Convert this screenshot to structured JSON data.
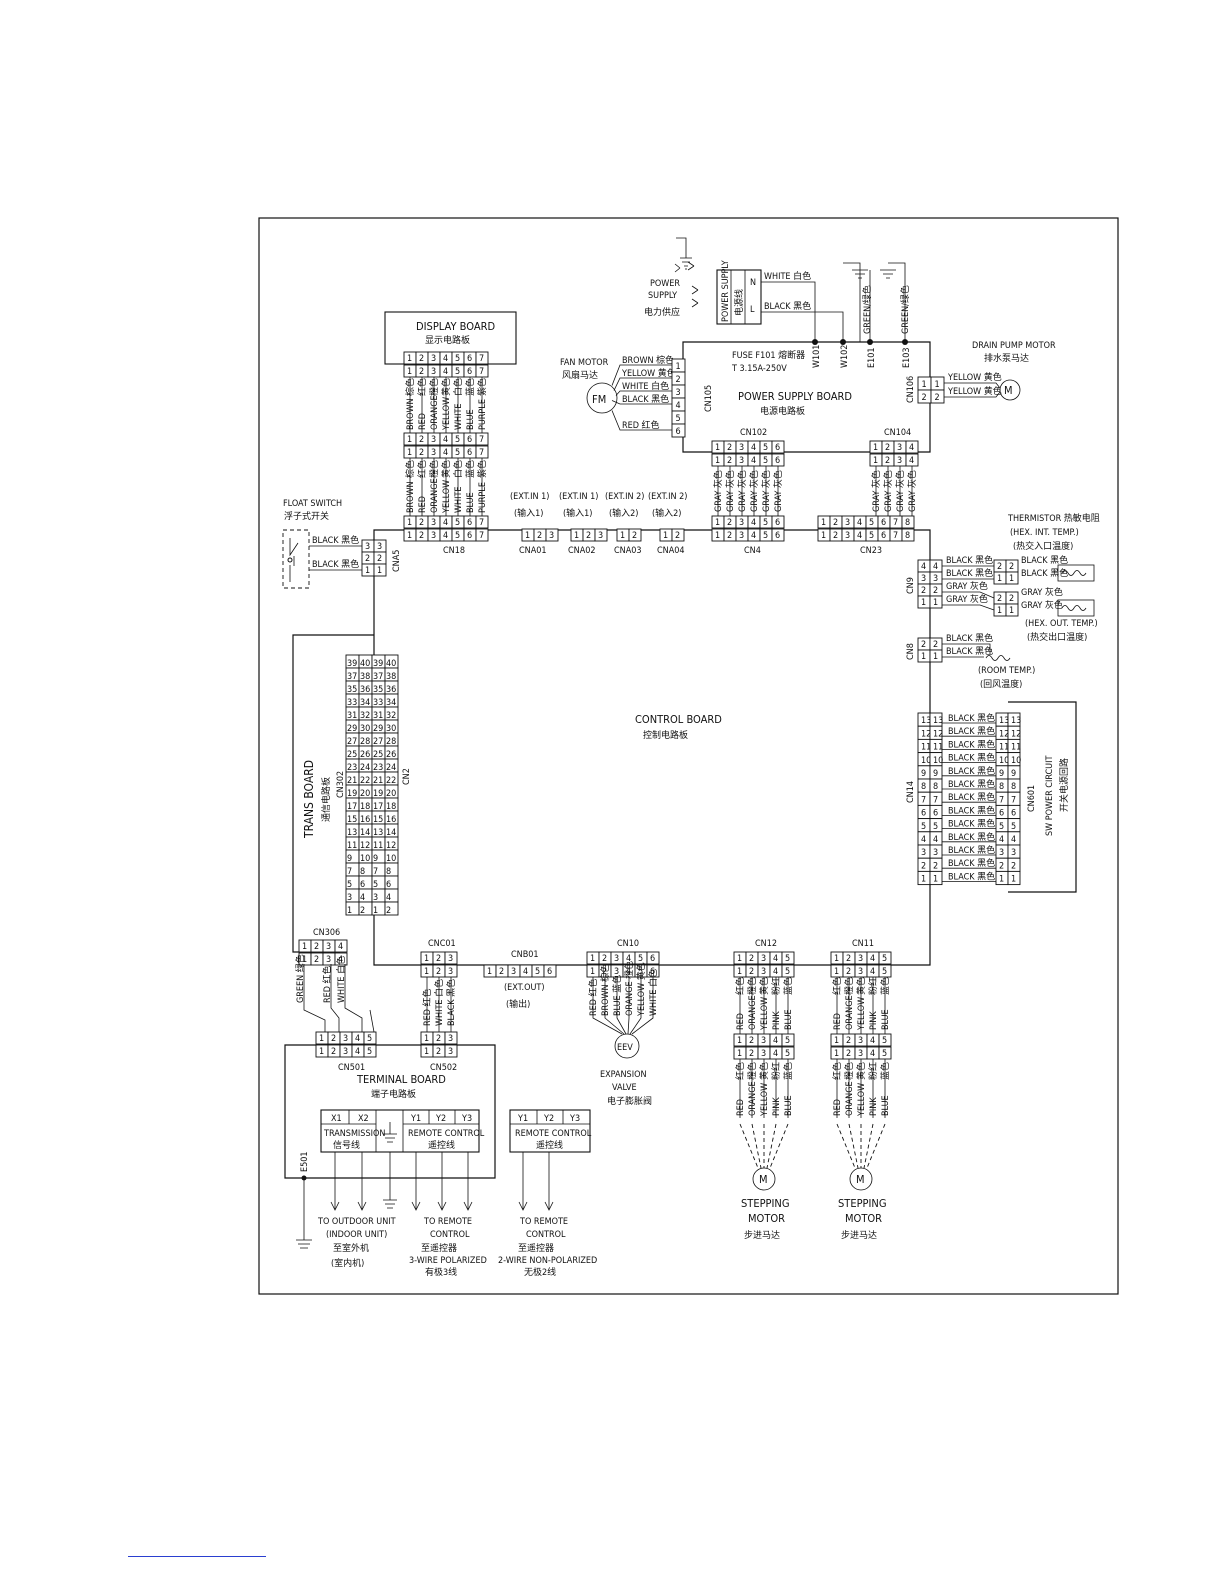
{
  "boards": {
    "display": {
      "en": "DISPLAY BOARD",
      "cn": "显示电路板"
    },
    "power": {
      "en": "POWER SUPPLY BOARD",
      "cn": "电源电路板"
    },
    "control": {
      "en": "CONTROL BOARD",
      "cn": "控制电路板"
    },
    "trans": {
      "en": "TRANS BOARD",
      "cn": "通信电路板"
    },
    "terminal": {
      "en": "TERMINAL BOARD",
      "cn": "端子电路板"
    },
    "sw_power": {
      "en": "SW POWER CIRCUIT",
      "cn": "开关电源回路"
    }
  },
  "power_supply": {
    "l1": "POWER",
    "l2": "SUPPLY",
    "cn": "电力供应",
    "plug_en": "POWER SUPPLY",
    "plug_cn": "电源线",
    "white": "WHITE 白色",
    "black": "BLACK 黑色",
    "n": "N",
    "l": "L",
    "green1": "GREEN/绿色",
    "green2": "GREEN/绿色"
  },
  "fuse": {
    "label": "FUSE F101 熔断器",
    "rating": "T 3.15A-250V"
  },
  "power_points": [
    "W101",
    "W102",
    "E101",
    "E103"
  ],
  "fan_motor": {
    "en": "FAN MOTOR",
    "cn": "风扇马达",
    "symbol": "FM",
    "connector": "CN105",
    "wires": [
      "BROWN 棕色",
      "YELLOW 黄色",
      "WHITE 白色",
      "BLACK 黑色",
      "",
      "RED 红色"
    ]
  },
  "drain_pump": {
    "en": "DRAIN PUMP MOTOR",
    "cn": "排水泵马达",
    "connector": "CN106",
    "wires": [
      "YELLOW 黄色",
      "YELLOW 黄色"
    ],
    "symbol": "M"
  },
  "display_wires": {
    "colors": [
      "BROWN",
      "RED",
      "ORANGE",
      "YELLOW",
      "WHITE",
      "BLUE",
      "PURPLE"
    ],
    "cn": [
      "棕色",
      "红色",
      "橙色",
      "黄色",
      "白色",
      "蓝色",
      "紫色"
    ]
  },
  "float_switch": {
    "en": "FLOAT SWITCH",
    "cn": "浮子式开关",
    "connector": "CNA5",
    "wires": [
      "BLACK 黑色",
      "BLACK 黑色"
    ]
  },
  "ext_inputs": [
    {
      "label": "(EXT.IN 1)",
      "cn": "(输入1)",
      "connector": "CNA01"
    },
    {
      "label": "(EXT.IN 1)",
      "cn": "(输入1)",
      "connector": "CNA02"
    },
    {
      "label": "(EXT.IN 2)",
      "cn": "(输入2)",
      "connector": "CNA03"
    },
    {
      "label": "(EXT.IN 2)",
      "cn": "(输入2)",
      "connector": "CNA04"
    }
  ],
  "connectors": {
    "cn18": "CN18",
    "cn102": "CN102",
    "cn104": "CN104",
    "cn4": "CN4",
    "cn23": "CN23",
    "cn9": "CN9",
    "cn8": "CN8",
    "cn14": "CN14",
    "cn601": "CN601",
    "cn302": "CN302",
    "cn2": "CN2",
    "cn306": "CN306",
    "cnc01": "CNC01",
    "cnb01": "CNB01",
    "cn10": "CN10",
    "cn12": "CN12",
    "cn11": "CN11",
    "cn501": "CN501",
    "cn502": "CN502",
    "e501": "E501"
  },
  "gray_wire": "GRAY 灰色",
  "thermistor": {
    "title": "THERMISTOR 热敏电阻",
    "hex_int": "(HEX. INT. TEMP.)",
    "hex_int_cn": "(热交入口温度)",
    "hex_out": "(HEX. OUT. TEMP.)",
    "hex_out_cn": "(热交出口温度)",
    "room": "(ROOM TEMP.)",
    "room_cn": "(回风温度)",
    "black": "BLACK 黑色",
    "gray": "GRAY 灰色"
  },
  "cn14_black": "BLACK 黑色",
  "cnb01": {
    "label": "(EXT.OUT)",
    "cn": "(输出)"
  },
  "eev": {
    "symbol": "EEV",
    "en1": "EXPANSION",
    "en2": "VALVE",
    "cn": "电子膨胀阀",
    "wires": [
      "RED",
      "BROWN",
      "BLUE",
      "ORANGE",
      "YELLOW",
      "WHITE"
    ],
    "wires_cn": [
      "红色",
      "棕色",
      "蓝色",
      "橙色",
      "黄色",
      "白色"
    ]
  },
  "stepping": {
    "en1": "STEPPING",
    "en2": "MOTOR",
    "cn": "步进马达",
    "symbol": "M",
    "wires": [
      "RED",
      "ORANGE",
      "YELLOW",
      "PINK",
      "BLUE"
    ],
    "wires_cn": [
      "红色",
      "橙色",
      "黄色",
      "粉红",
      "蓝色"
    ]
  },
  "trans_wires": {
    "green": "GREEN 绿色",
    "red": "RED 红色",
    "white": "WHITE 白色"
  },
  "cnc01_wires": [
    "RED 红色",
    "WHITE 白色",
    "BLACK 黑色"
  ],
  "terminal": {
    "x1": "X1",
    "x2": "X2",
    "y1": "Y1",
    "y2": "Y2",
    "y3": "Y3",
    "transmission": "TRANSMISSION",
    "transmission_cn": "信号线",
    "remote": "REMOTE CONTROL",
    "remote_cn": "遥控线"
  },
  "destinations": {
    "outdoor": {
      "l1": "TO OUTDOOR UNIT",
      "l2": "(INDOOR UNIT)",
      "l3": "至室外机",
      "l4": "(室内机)"
    },
    "remote3": {
      "l1": "TO REMOTE",
      "l2": "CONTROL",
      "l3": "至遥控器",
      "l4": "3-WIRE POLARIZED",
      "l5": "有极3线"
    },
    "remote2": {
      "l1": "TO REMOTE",
      "l2": "CONTROL",
      "l3": "至遥控器",
      "l4": "2-WIRE NON-POLARIZED",
      "l5": "无极2线"
    }
  }
}
